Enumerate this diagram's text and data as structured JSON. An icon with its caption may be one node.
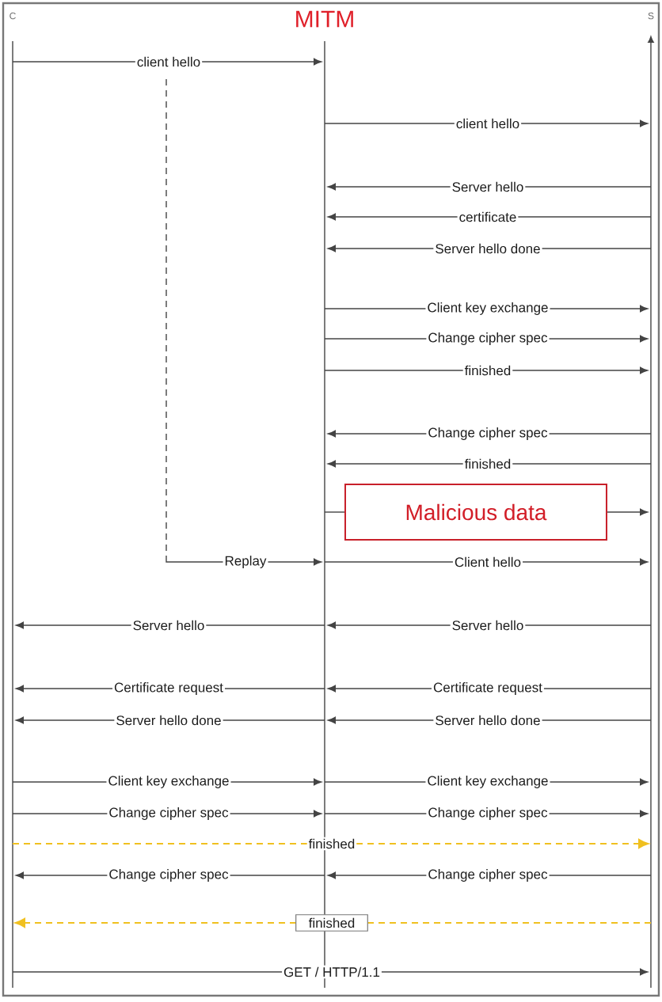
{
  "diagram": {
    "title": "MITM",
    "nodes": [
      {
        "text": [
          "C"
        ]
      },
      {
        "text": [],
        "shape": "bar"
      },
      {
        "text": [
          "S"
        ]
      },
      {
        "text": [
          "Malicious data"
        ]
      }
    ],
    "edges": [
      {
        "from": 0,
        "to": 1,
        "arrow": "to",
        "label": "client hello"
      },
      {
        "from": 1,
        "to": 2,
        "arrow": "to",
        "label": "client hello"
      },
      {
        "from": 2,
        "to": 1,
        "arrow": "to",
        "label": "Server hello"
      },
      {
        "from": 2,
        "to": 1,
        "arrow": "to",
        "label": "certificate"
      },
      {
        "from": 2,
        "to": 1,
        "arrow": "to",
        "label": "Server hello done"
      },
      {
        "from": 1,
        "to": 2,
        "arrow": "to",
        "label": "Client key exchange"
      },
      {
        "from": 1,
        "to": 2,
        "arrow": "to",
        "label": "Change cipher spec"
      },
      {
        "from": 1,
        "to": 2,
        "arrow": "to",
        "label": "finished"
      },
      {
        "from": 2,
        "to": 1,
        "arrow": "to",
        "label": "Change cipher spec"
      },
      {
        "from": 2,
        "to": 1,
        "arrow": "to",
        "label": "finished"
      },
      {
        "from": 1,
        "to": 3,
        "arrow": "none"
      },
      {
        "from": 3,
        "to": 2,
        "arrow": "to"
      },
      {
        "from": null,
        "to": 1,
        "arrow": "to",
        "label": "Replay",
        "style": "dashed"
      },
      {
        "from": 1,
        "to": 2,
        "arrow": "to",
        "label": "Client hello"
      },
      {
        "from": 1,
        "to": 0,
        "arrow": "to",
        "label": "Server hello"
      },
      {
        "from": 2,
        "to": 1,
        "arrow": "to",
        "label": "Server hello"
      },
      {
        "from": 1,
        "to": 0,
        "arrow": "to",
        "label": "Certificate request"
      },
      {
        "from": 2,
        "to": 1,
        "arrow": "to",
        "label": "Certificate request"
      },
      {
        "from": 1,
        "to": 0,
        "arrow": "to",
        "label": "Server hello done"
      },
      {
        "from": 2,
        "to": 1,
        "arrow": "to",
        "label": "Server hello done"
      },
      {
        "from": 0,
        "to": 1,
        "arrow": "to",
        "label": "Client key exchange"
      },
      {
        "from": 1,
        "to": 2,
        "arrow": "to",
        "label": "Client key exchange"
      },
      {
        "from": 0,
        "to": 1,
        "arrow": "to",
        "label": "Change cipher spec"
      },
      {
        "from": 1,
        "to": 2,
        "arrow": "to",
        "label": "Change cipher spec"
      },
      {
        "from": 0,
        "to": 2,
        "arrow": "to",
        "label": "finished",
        "style": "dashed",
        "color": "#f0c020"
      },
      {
        "from": 1,
        "to": 0,
        "arrow": "to",
        "label": "Change cipher spec"
      },
      {
        "from": 2,
        "to": 1,
        "arrow": "to",
        "label": "Change cipher spec"
      },
      {
        "from": 2,
        "to": 0,
        "arrow": "to",
        "label": "finished",
        "style": "dashed",
        "color": "#f0c020"
      },
      {
        "from": 0,
        "to": 2,
        "arrow": "to",
        "label": "GET / HTTP/1.1"
      }
    ]
  }
}
